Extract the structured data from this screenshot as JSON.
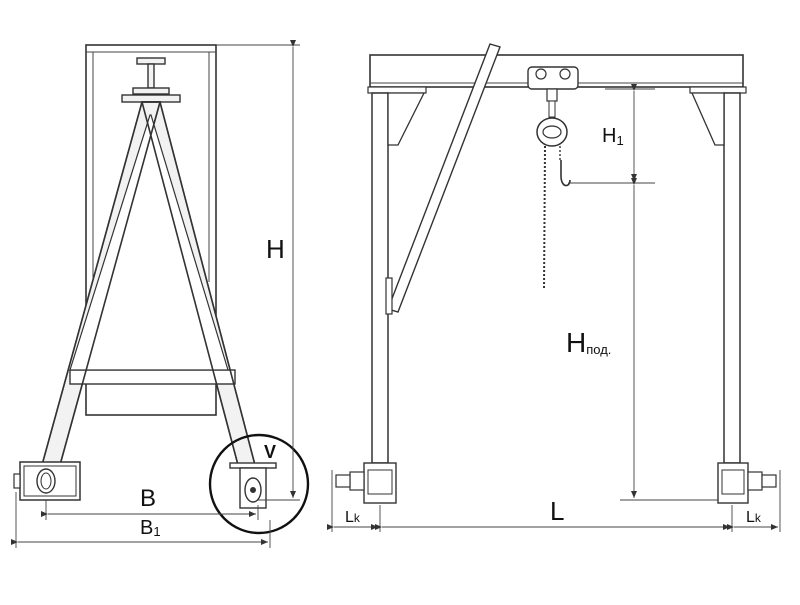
{
  "labels": {
    "H": "H",
    "H1_main": "H",
    "H1_sub": "1",
    "Hpod_main": "H",
    "Hpod_sub": "под.",
    "B": "B",
    "B1_main": "B",
    "B1_sub": "1",
    "L": "L",
    "Lk_left_main": "L",
    "Lk_left_sub": "k",
    "Lk_right_main": "L",
    "Lk_right_sub": "k",
    "V": "V"
  },
  "colors": {
    "line": "#333333",
    "background": "#ffffff"
  }
}
